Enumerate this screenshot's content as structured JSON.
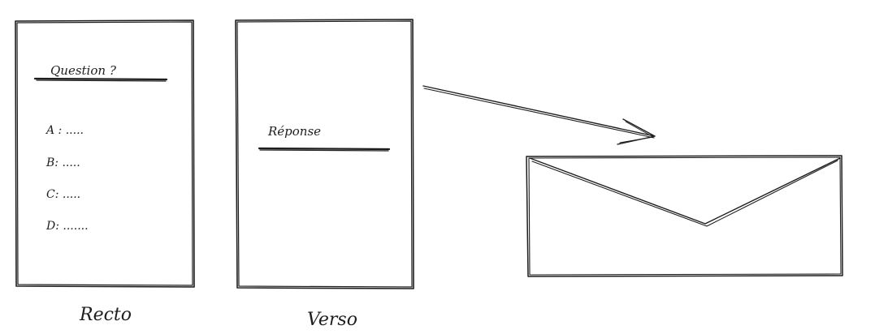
{
  "recto": {
    "question": "Question ?",
    "options": [
      "A : .....",
      "B: .....",
      "C: .....",
      "D: ......."
    ],
    "caption": "Recto"
  },
  "verso": {
    "answer": "Réponse",
    "caption": "Verso"
  },
  "colors": {
    "ink": "#1e1e1e",
    "background": "#ffffff"
  }
}
